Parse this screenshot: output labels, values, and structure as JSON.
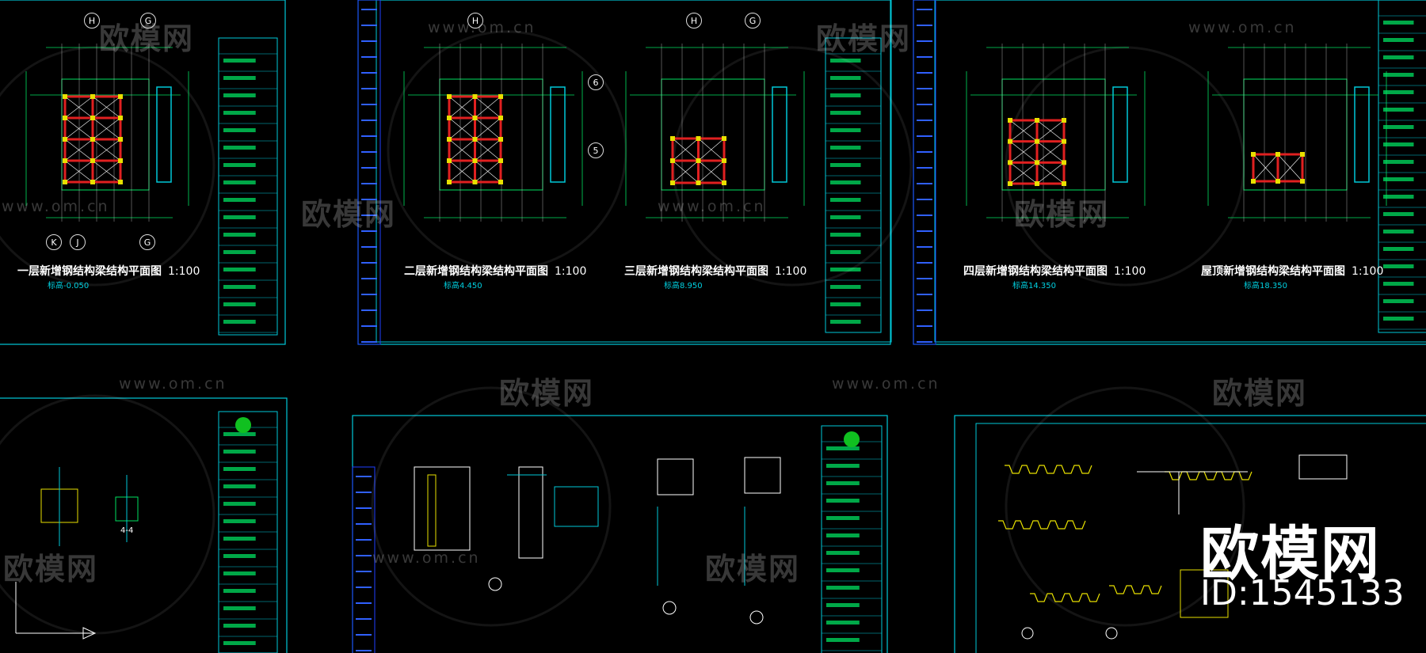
{
  "watermarks": {
    "brand_cn": "欧模网",
    "url": "www.om.cn"
  },
  "overlay": {
    "brand": "欧模网",
    "id_text": "ID:1545133"
  },
  "drawings": [
    {
      "title": "一层新增钢结构梁结构平面图",
      "scale": "1:100",
      "elevation": "标高-0.050"
    },
    {
      "title": "二层新增钢结构梁结构平面图",
      "scale": "1:100",
      "elevation": "标高4.450"
    },
    {
      "title": "三层新增钢结构梁结构平面图",
      "scale": "1:100",
      "elevation": "标高8.950"
    },
    {
      "title": "四层新增钢结构梁结构平面图",
      "scale": "1:100",
      "elevation": "标高14.350"
    },
    {
      "title": "屋顶新增钢结构梁结构平面图",
      "scale": "1:100",
      "elevation": "标高18.350"
    }
  ],
  "axis_labels": [
    "H",
    "G",
    "K",
    "J",
    "G",
    "H",
    "H",
    "G",
    "6",
    "5"
  ],
  "detail_labels": {
    "section": "4-4"
  },
  "colors": {
    "frame": "#00c8d8",
    "dim": "#00e060",
    "beam": "#e02020",
    "text": "#ffffff",
    "yellow": "#e8e000"
  }
}
